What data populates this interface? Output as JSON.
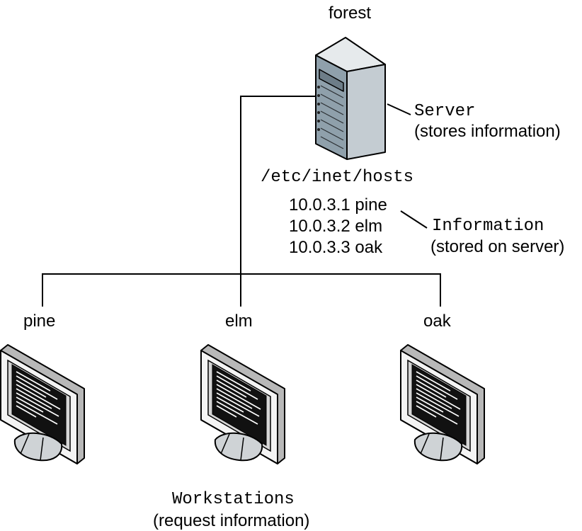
{
  "server": {
    "name": "forest",
    "type_label": "Server",
    "role_label": "(stores information)",
    "file_path": "/etc/inet/hosts",
    "host_entries": [
      "10.0.3.1 pine",
      "10.0.3.2 elm",
      "10.0.3.3 oak"
    ]
  },
  "information": {
    "type_label": "Information",
    "role_label": "(stored on server)"
  },
  "workstations": {
    "names": [
      "pine",
      "elm",
      "oak"
    ],
    "type_label": "Workstations",
    "role_label": "(request information)"
  },
  "colors": {
    "line": "#000000",
    "server_front": "#8fa0ab",
    "server_side": "#c4ccd2",
    "server_top": "#e6eaec",
    "monitor_bezel": "#f4f4f4",
    "monitor_side": "#b8b8b8",
    "screen": "#111111",
    "stand": "#cfd3d6"
  }
}
